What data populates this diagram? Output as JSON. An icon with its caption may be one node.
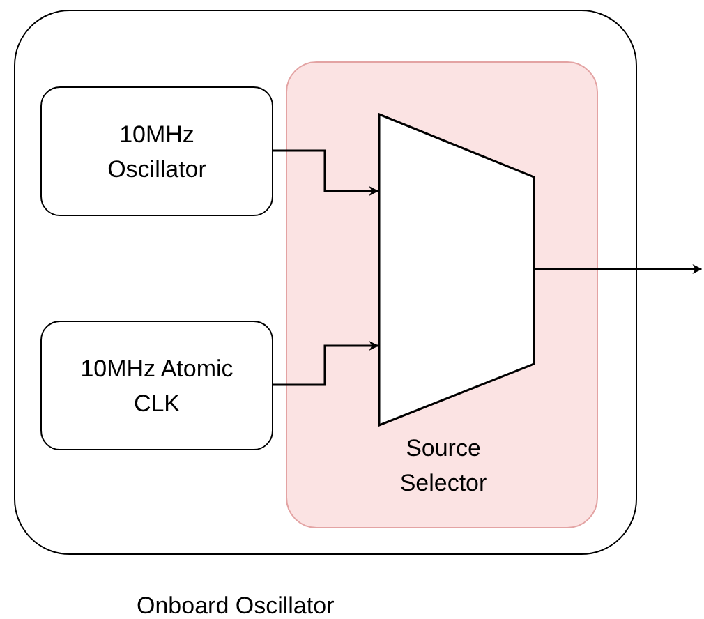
{
  "diagram": {
    "nodes": [
      {
        "text": [
          "Onboard Oscillator"
        ]
      },
      {
        "text": [
          "10MHz Oscillator"
        ],
        "in": 0
      },
      {
        "text": [
          "10MHz Atomic CLK"
        ],
        "in": 0
      },
      {
        "text": [
          "Source Selector"
        ],
        "in": 0
      },
      {
        "text": [],
        "shape": "trapezoid",
        "in": 3
      }
    ],
    "edges": [
      {
        "from": 1,
        "to": 4,
        "arrow": "to"
      },
      {
        "from": 2,
        "to": 4,
        "arrow": "to"
      },
      {
        "from": 4,
        "to": null,
        "arrow": "to"
      }
    ]
  }
}
